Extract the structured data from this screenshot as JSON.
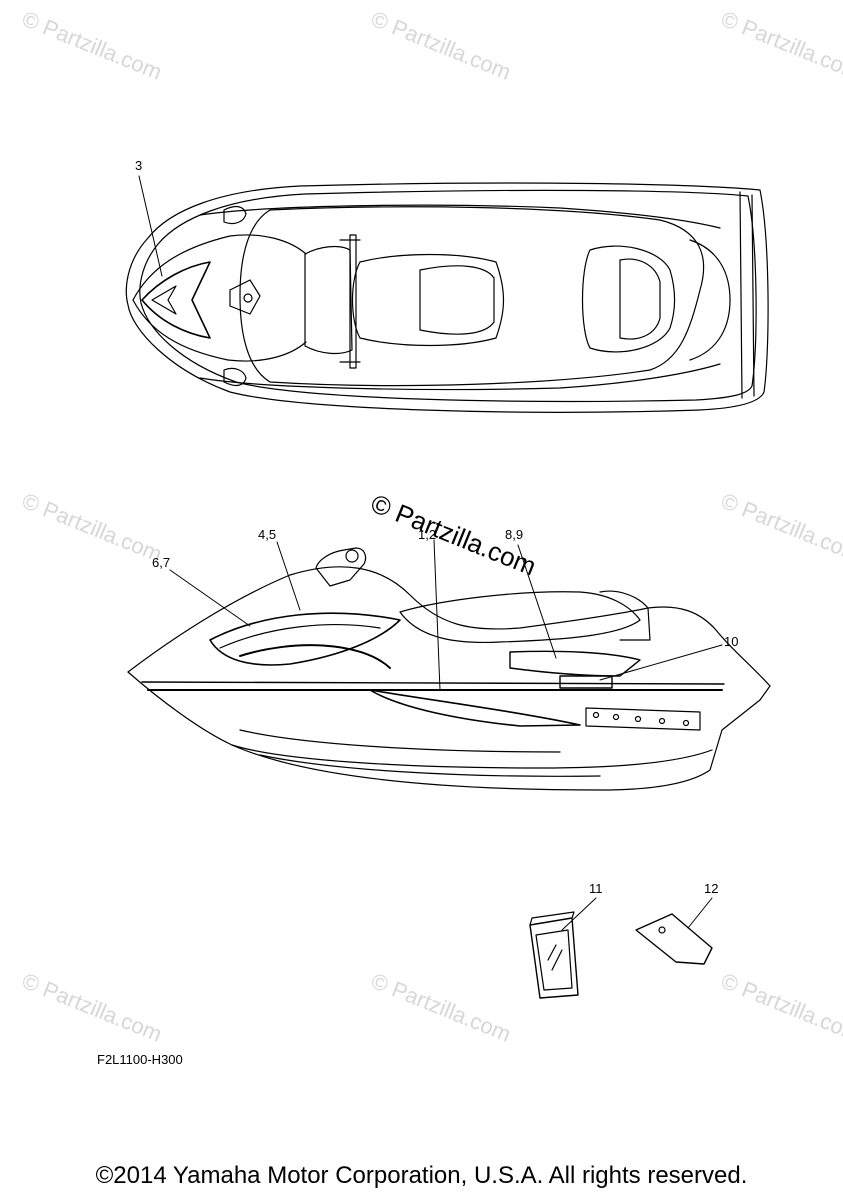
{
  "watermark": "© Partzilla.com",
  "callouts": {
    "c3": "3",
    "c45": "4,5",
    "c67": "6,7",
    "c12": "1,2",
    "c89": "8,9",
    "c10": "10",
    "c11": "11",
    "c12b": "12"
  },
  "diagram_code": "F2L1100-H300",
  "footer": "©2014 Yamaha Motor Corporation, U.S.A. All rights reserved."
}
